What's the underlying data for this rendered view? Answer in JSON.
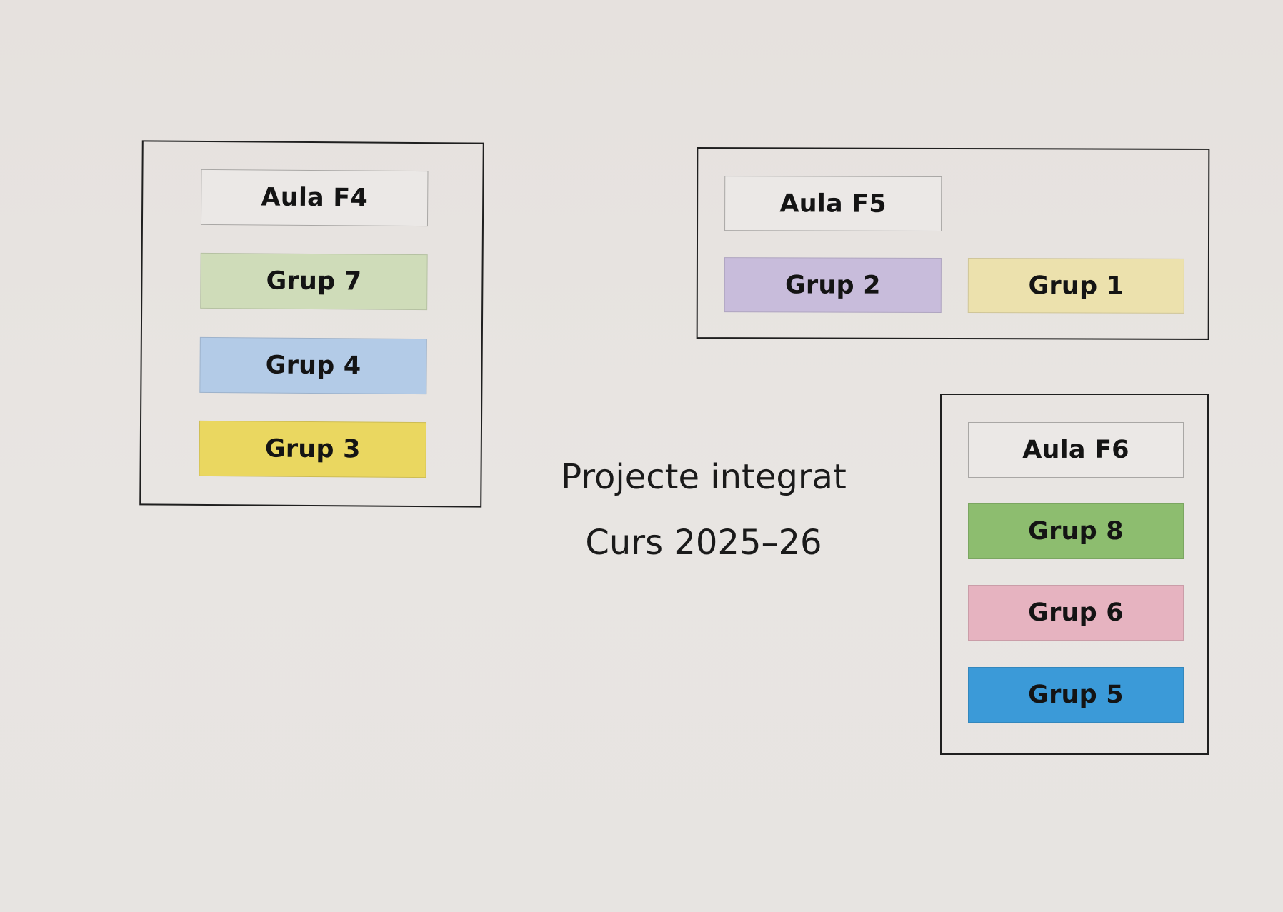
{
  "title": {
    "line1": "Projecte integrat",
    "line2": "Curs 2025–26"
  },
  "rooms": [
    {
      "id": "f4",
      "label": "Aula F4",
      "groups": [
        {
          "label": "Grup 7",
          "color": "#cfdcb9"
        },
        {
          "label": "Grup 4",
          "color": "#b3cbe7"
        },
        {
          "label": "Grup 3",
          "color": "#ead760"
        }
      ]
    },
    {
      "id": "f5",
      "label": "Aula F5",
      "groups": [
        {
          "label": "Grup 2",
          "color": "#c8bcdb"
        },
        {
          "label": "Grup 1",
          "color": "#ece1ad"
        }
      ]
    },
    {
      "id": "f6",
      "label": "Aula F6",
      "groups": [
        {
          "label": "Grup 8",
          "color": "#8dbd6f"
        },
        {
          "label": "Grup 6",
          "color": "#e6b3c0"
        },
        {
          "label": "Grup 5",
          "color": "#3b9ad8"
        }
      ]
    }
  ]
}
